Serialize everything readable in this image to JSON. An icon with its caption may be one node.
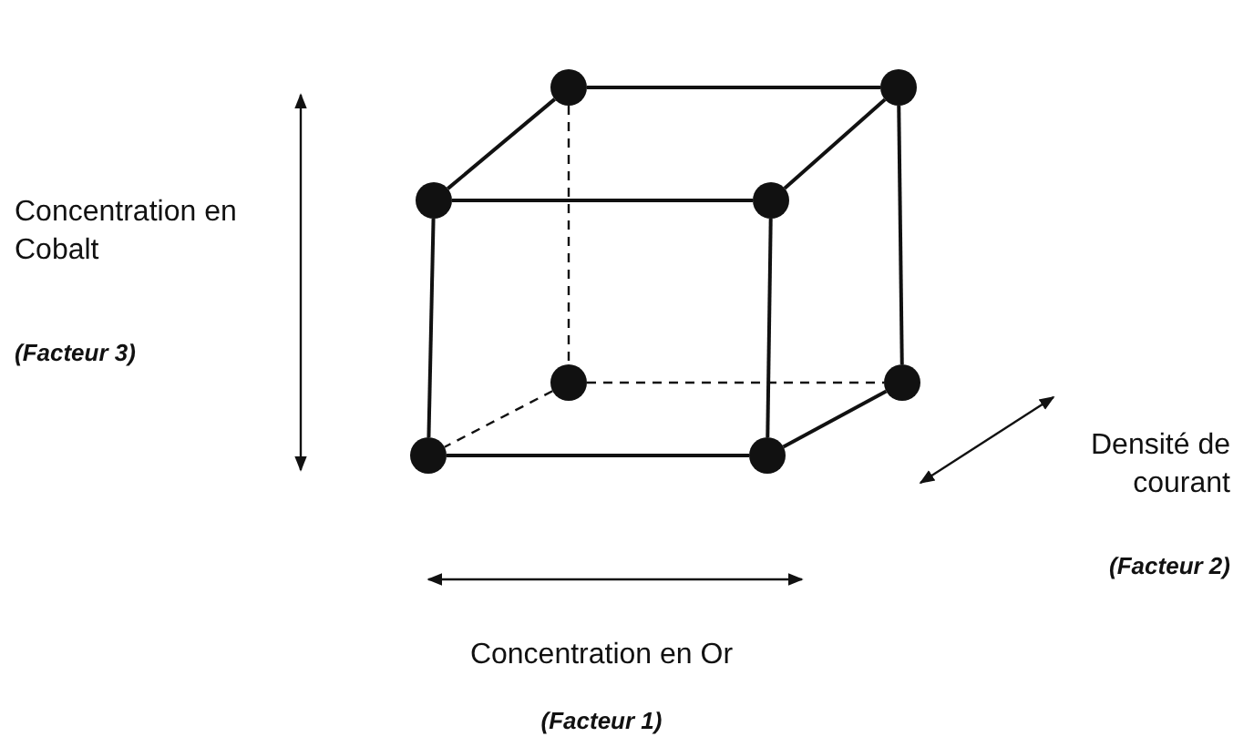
{
  "diagram": {
    "nodes": [
      {
        "text": [],
        "shape": "circle"
      },
      {
        "text": [],
        "shape": "circle"
      },
      {
        "text": [],
        "shape": "circle"
      },
      {
        "text": [],
        "shape": "circle"
      },
      {
        "text": [],
        "shape": "circle"
      },
      {
        "text": [],
        "shape": "circle"
      },
      {
        "text": [],
        "shape": "circle"
      },
      {
        "text": [],
        "shape": "circle"
      }
    ],
    "edges": [
      {
        "from": 0,
        "to": 1,
        "arrow": "none"
      },
      {
        "from": 0,
        "to": 2,
        "arrow": "none"
      },
      {
        "from": 1,
        "to": 3,
        "arrow": "none"
      },
      {
        "from": 2,
        "to": 3,
        "arrow": "none"
      },
      {
        "from": 1,
        "to": 5,
        "arrow": "none"
      },
      {
        "from": 2,
        "to": 6,
        "arrow": "none"
      },
      {
        "from": 3,
        "to": 7,
        "arrow": "none"
      },
      {
        "from": 6,
        "to": 7,
        "arrow": "none"
      },
      {
        "from": 5,
        "to": 7,
        "arrow": "none"
      },
      {
        "from": 0,
        "to": 4,
        "arrow": "none",
        "style": "dashed"
      },
      {
        "from": 4,
        "to": 5,
        "arrow": "none",
        "style": "dashed"
      },
      {
        "from": 4,
        "to": 6,
        "arrow": "none",
        "style": "dashed"
      }
    ],
    "labels": [
      "Concentration en Cobalt",
      "(Facteur 3)",
      "Densité de courant",
      "(Facteur 2)",
      "Concentration en Or",
      "(Facteur 1)"
    ]
  }
}
